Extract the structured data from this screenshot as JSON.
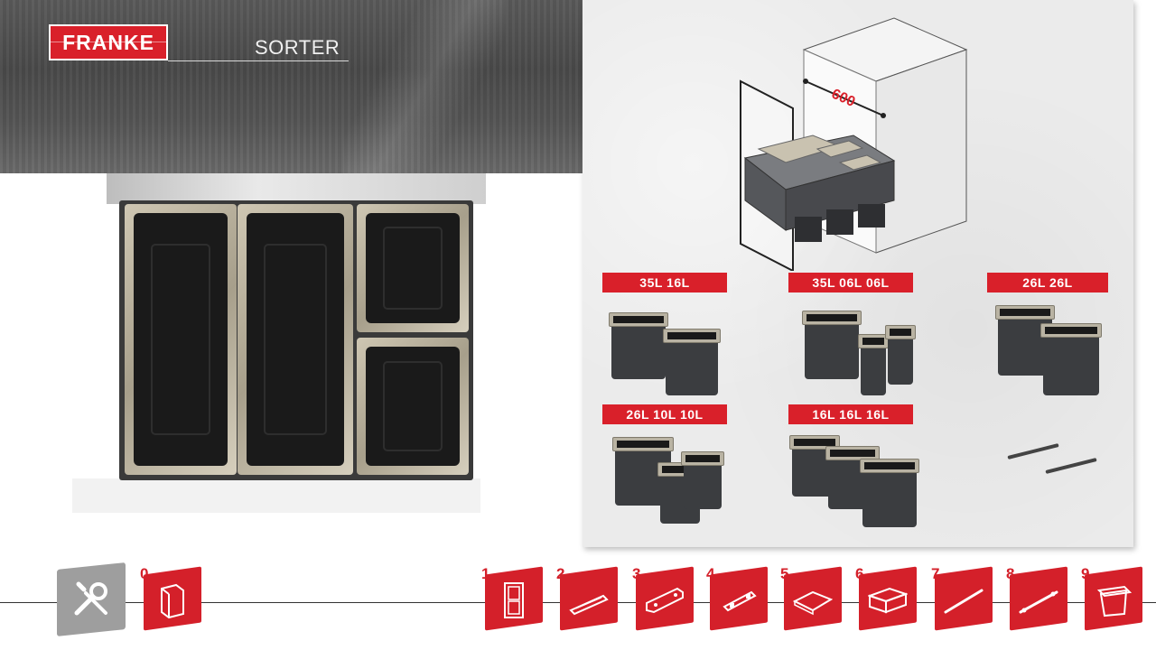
{
  "header": {
    "brand": "FRANKE",
    "title": "SORTER"
  },
  "main_view": {
    "dimension_label": "600"
  },
  "configurations": [
    {
      "label": "35L 16L"
    },
    {
      "label": "35L 06L 06L"
    },
    {
      "label": "26L 26L"
    },
    {
      "label": "26L 10L 10L"
    },
    {
      "label": "16L 16L 16L"
    }
  ],
  "nav": {
    "tools_icon": "wrench-screwdriver-icon",
    "items": [
      {
        "num": "0",
        "icon": "cabinet-box-icon"
      },
      {
        "num": "1",
        "icon": "door-frame-icon"
      },
      {
        "num": "2",
        "icon": "drawer-runner-icon"
      },
      {
        "num": "3",
        "icon": "bracket-plate-icon"
      },
      {
        "num": "4",
        "icon": "mount-rail-icon"
      },
      {
        "num": "5",
        "icon": "tray-icon"
      },
      {
        "num": "6",
        "icon": "drawer-box-icon"
      },
      {
        "num": "7",
        "icon": "long-bar-icon"
      },
      {
        "num": "8",
        "icon": "cross-bar-icon"
      },
      {
        "num": "9",
        "icon": "bin-icon"
      }
    ]
  },
  "colors": {
    "accent": "#d9202a",
    "nav_red": "#d4202a",
    "tools_grey": "#9e9e9e"
  }
}
